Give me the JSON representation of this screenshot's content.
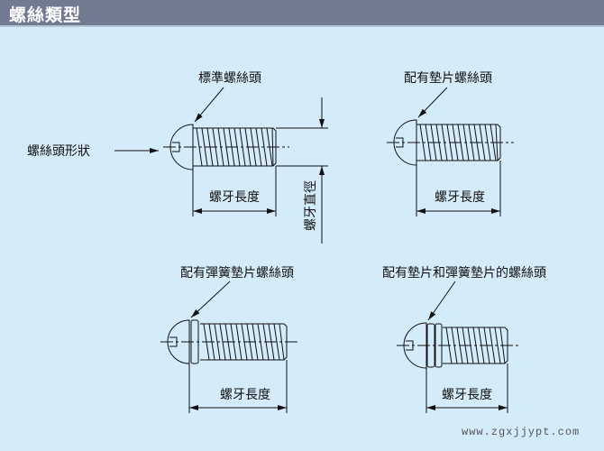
{
  "header": {
    "title": "螺絲類型"
  },
  "labels": {
    "head_shape": "螺絲頭形狀",
    "thread_diameter": "螺牙直徑",
    "thread_length": "螺牙長度"
  },
  "screws": [
    {
      "title": "標準螺絲頭",
      "washer": "none"
    },
    {
      "title": "配有墊片螺絲頭",
      "washer": "flat"
    },
    {
      "title": "配有彈簧墊片螺絲頭",
      "washer": "spring"
    },
    {
      "title": "配有墊片和彈簧墊片的螺絲頭",
      "washer": "both"
    }
  ],
  "watermark": "www.zgxjjypt.com",
  "colors": {
    "header": "#727a92",
    "background": "#d4ecfa",
    "line": "#111111"
  }
}
